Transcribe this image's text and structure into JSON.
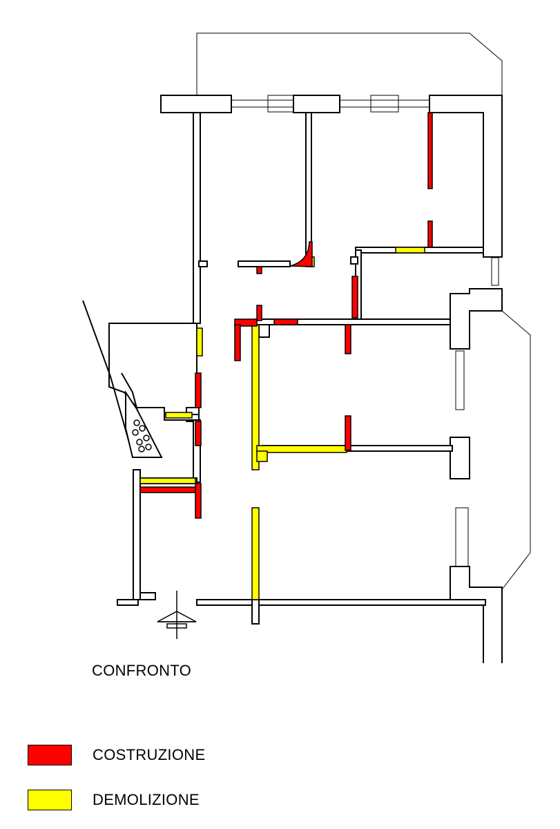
{
  "drawing": {
    "title": "CONFRONTO"
  },
  "legend": {
    "items": [
      {
        "id": "construction",
        "label": "COSTRUZIONE",
        "color": "#ff0000"
      },
      {
        "id": "demolition",
        "label": "DEMOLIZIONE",
        "color": "#ffff00"
      }
    ]
  },
  "colors": {
    "wall": "#000000",
    "construction": "#ff0000",
    "demolition": "#ffff00",
    "background": "#ffffff"
  }
}
